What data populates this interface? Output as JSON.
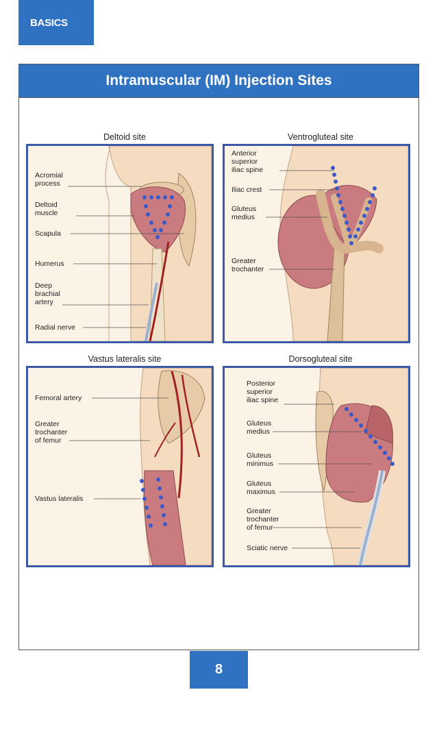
{
  "section_tab": "BASICS",
  "panel_title": "Intramuscular (IM) Injection Sites",
  "page_number": "8",
  "colors": {
    "accent": "#2f72c2",
    "frame": "#3b59a8",
    "skin": "#f5dcc0",
    "muscle": "#c97b7f",
    "dot": "#3b59c8"
  },
  "diagrams": {
    "deltoid": {
      "title": "Deltoid site",
      "labels": [
        "Acromial\nprocess",
        "Deltoid\nmuscle",
        "Scapula",
        "Humerus",
        "Deep\nbrachial\nartery",
        "Radial nerve"
      ]
    },
    "ventrogluteal": {
      "title": "Ventrogluteal site",
      "labels": [
        "Anterior\nsuperior\niliac spine",
        "Iliac crest",
        "Gluteus\nmedius",
        "Greater\ntrochanter"
      ]
    },
    "vastus": {
      "title": "Vastus lateralis site",
      "labels": [
        "Femoral artery",
        "Greater\ntrochanter\nof femur",
        "Vastus lateralis"
      ]
    },
    "dorsogluteal": {
      "title": "Dorsogluteal site",
      "labels": [
        "Posterior\nsuperior\niliac spine",
        "Gluteus\nmedius",
        "Gluteus\nminimus",
        "Gluteus\nmaximus",
        "Greater\ntrochanter\nof femur",
        "Sciatic nerve"
      ]
    }
  }
}
